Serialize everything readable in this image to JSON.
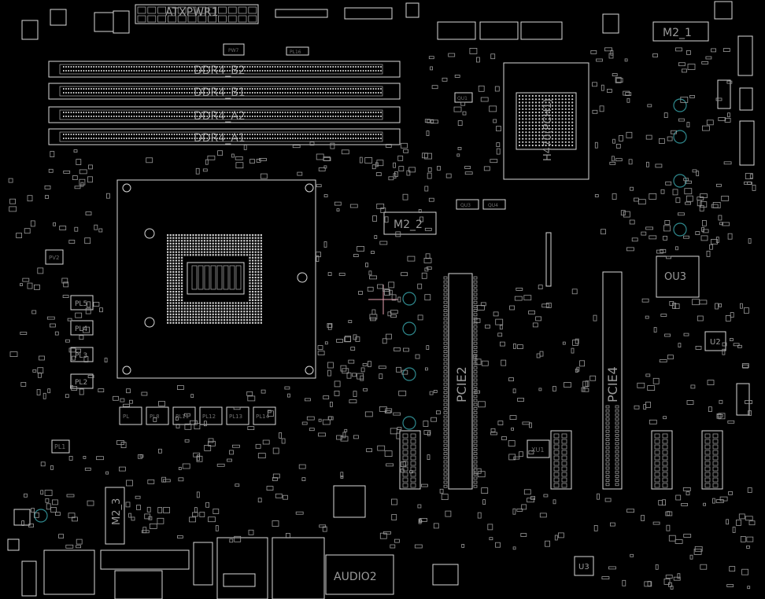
{
  "colors": {
    "background": "#000000",
    "silkscreen": "#d8d8d8",
    "label": "#9a9a9a",
    "mounting_hole": "#2f8a8f",
    "cursor": "#e6a0b0"
  },
  "labels": {
    "atx_pwr": "ATXPWR1",
    "ddr4_b2": "DDR4_B2",
    "ddr4_b1": "DDR4_B1",
    "ddr4_a2": "DDR4_A2",
    "ddr4_a1": "DDR4_A1",
    "m2_1": "M2_1",
    "m2_2": "M2_2",
    "m2_3": "M2_3",
    "pcie2": "PCIE2",
    "pcie4": "PCIE4",
    "ou3": "OU3",
    "u2": "U2",
    "u3": "U3",
    "xu1": "XU1",
    "audio2": "AUDIO2",
    "pch": "H470(PCH1)",
    "pl1": "PL1",
    "pl2": "PL2",
    "pl3": "PL3",
    "pl4": "PL4",
    "pl5": "PL5",
    "pl8": "PL8",
    "pl11": "PL11",
    "pl12": "PL12",
    "pl13": "PL13",
    "pl14": "PL14",
    "pv2": "PV2",
    "qu1": "QU1",
    "qu3": "QU3",
    "qu4": "QU4"
  }
}
